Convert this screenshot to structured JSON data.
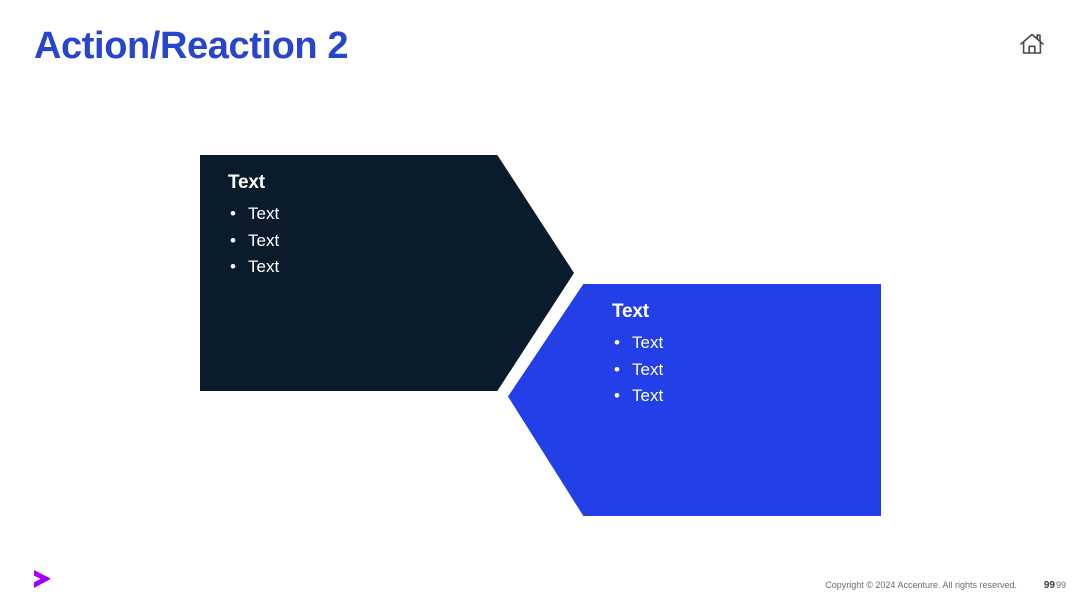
{
  "slide": {
    "title": "Action/Reaction 2",
    "title_color": "#2845cc",
    "background_color": "#ffffff"
  },
  "header": {
    "home_icon_name": "home-icon"
  },
  "shapes": [
    {
      "id": "chevron-dark",
      "fill": "#0a1b2b",
      "heading": "Text",
      "bullet_glyph": "•",
      "items": [
        "Text",
        "Text",
        "Text"
      ]
    },
    {
      "id": "chevron-blue",
      "fill": "#2340e8",
      "heading": "Text",
      "bullet_glyph": "•",
      "items": [
        "Text",
        "Text",
        "Text"
      ]
    }
  ],
  "footer": {
    "logo_name": "accenture-chevron-logo",
    "logo_color": "#a100ff",
    "copyright": "Copyright © 2024 Accenture. All rights reserved.",
    "page_number": "99",
    "page_total": "99"
  }
}
